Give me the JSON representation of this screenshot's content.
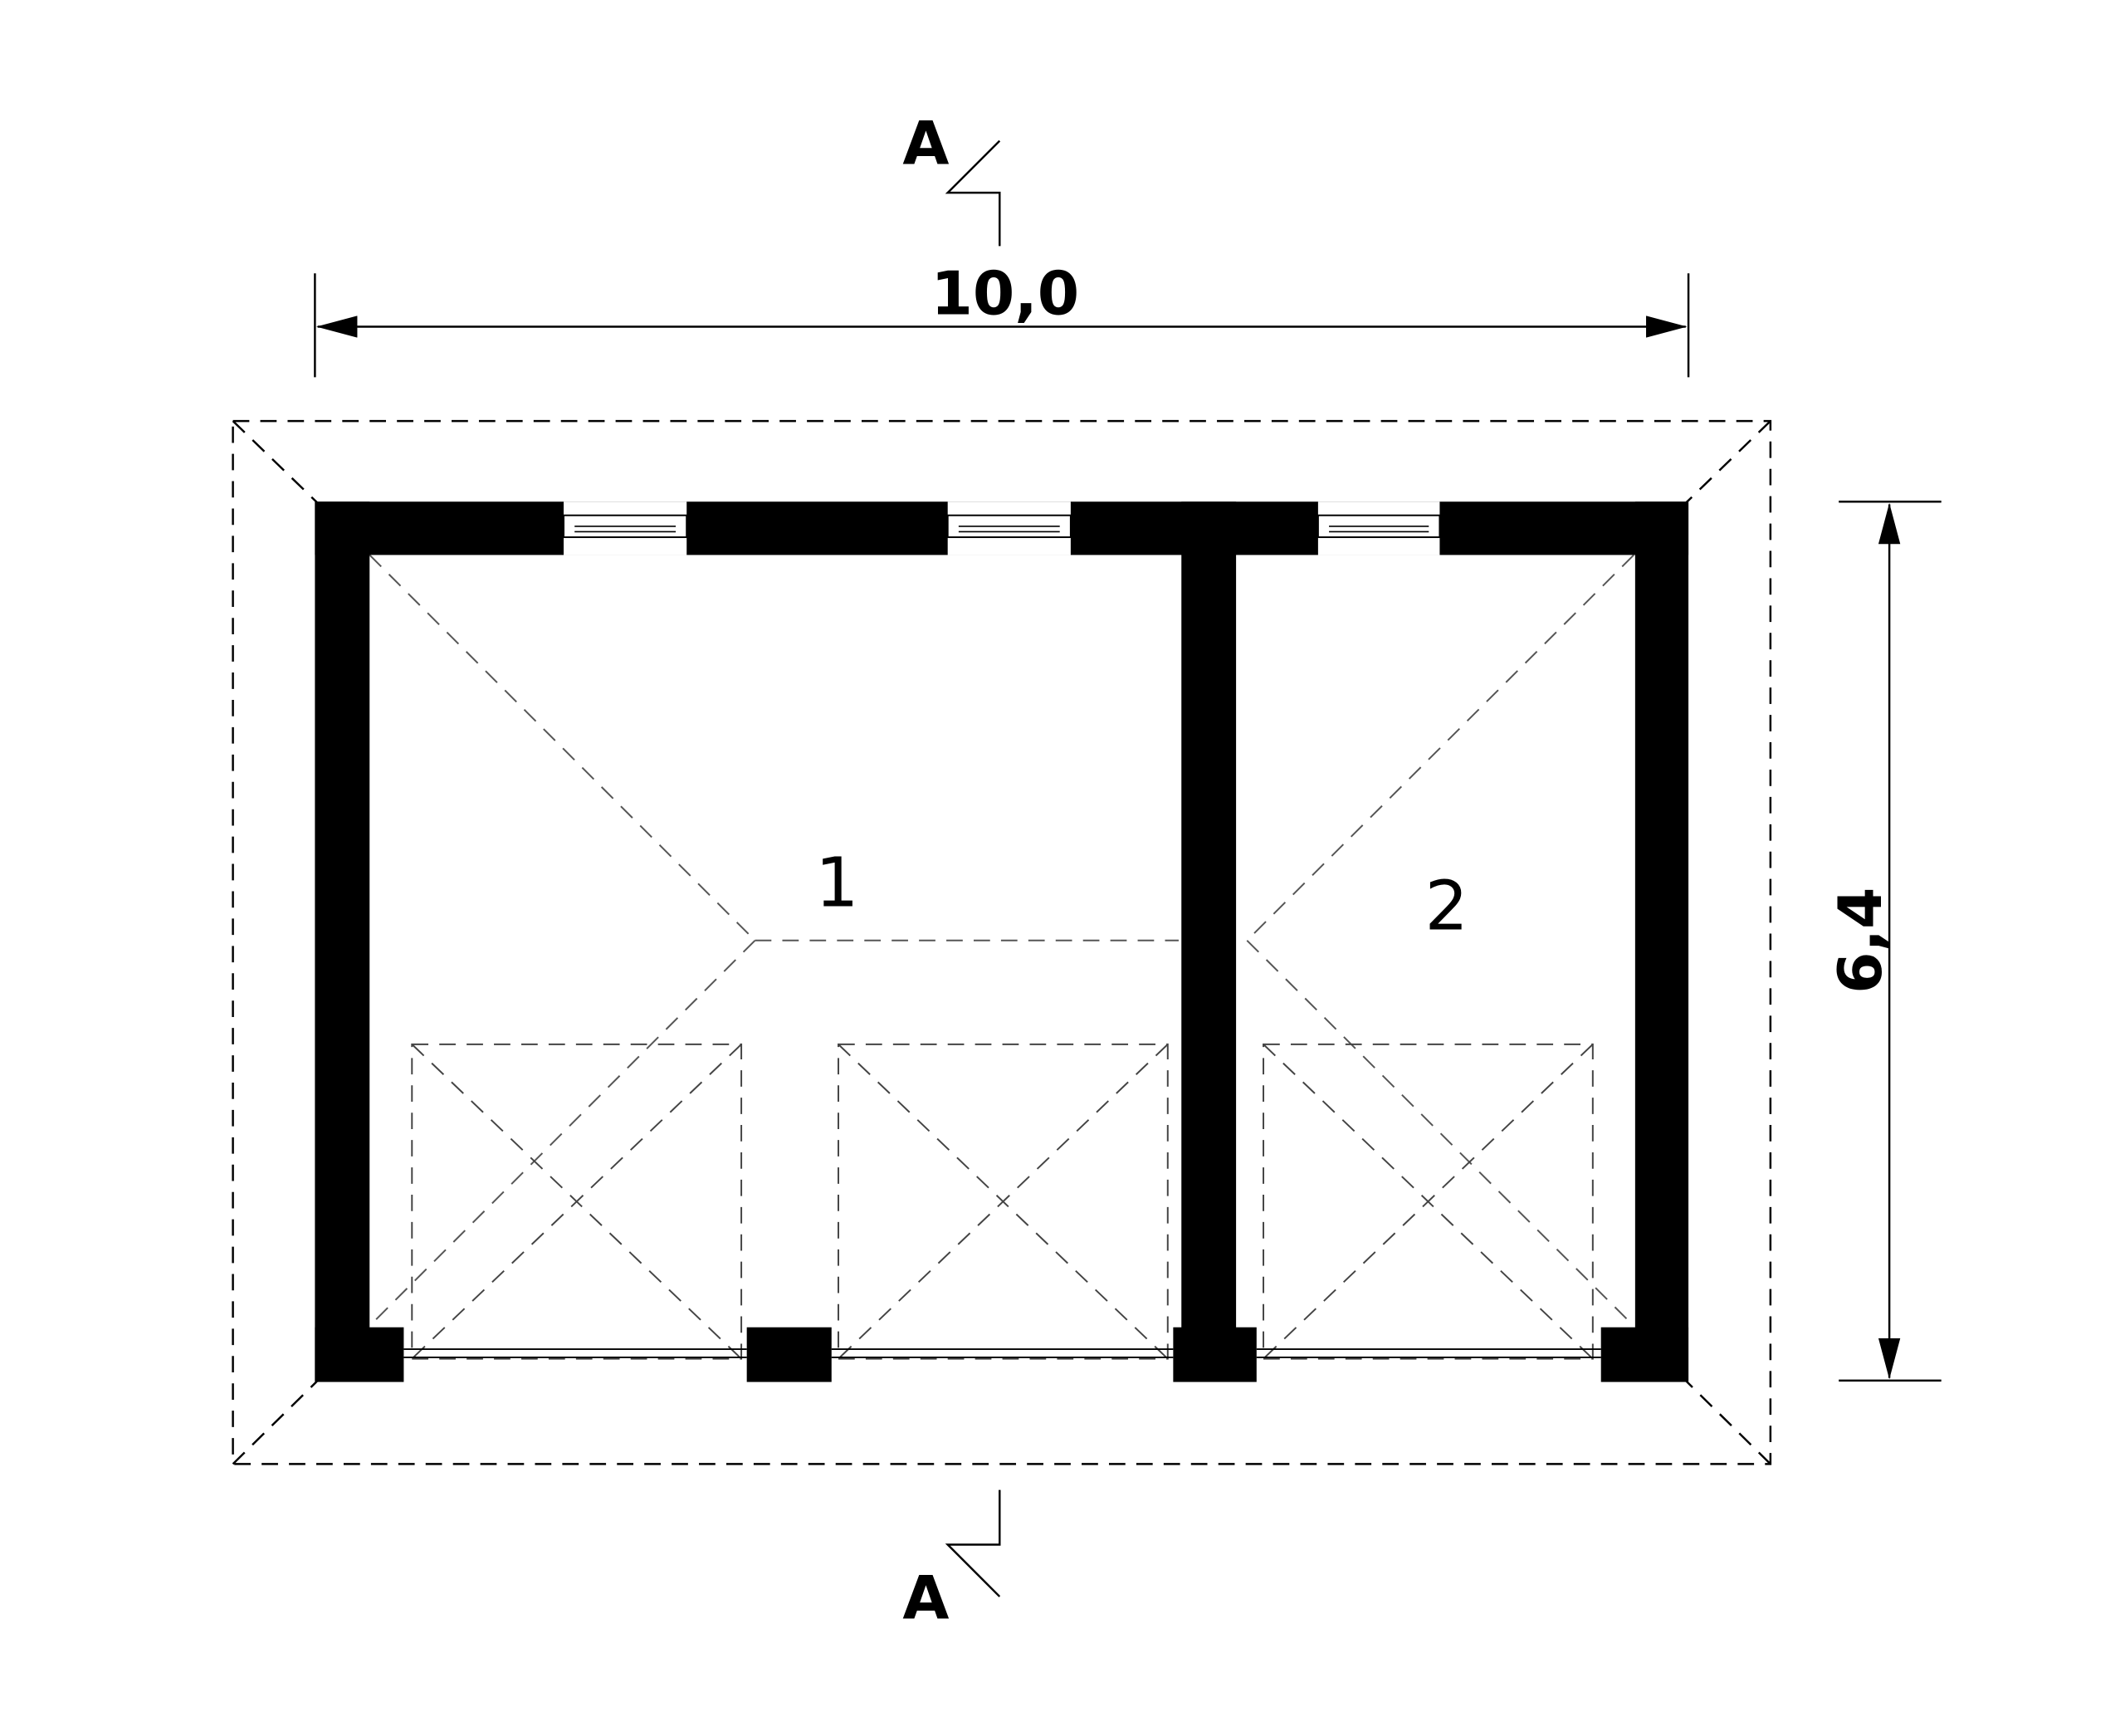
{
  "section_marker": {
    "top": "A",
    "bottom": "A"
  },
  "dimensions": {
    "width": "10,0",
    "depth": "6,4"
  },
  "rooms": [
    {
      "number": "1"
    },
    {
      "number": "2"
    }
  ],
  "colors": {
    "wall": "#000000",
    "line": "#000000",
    "background": "#ffffff"
  }
}
